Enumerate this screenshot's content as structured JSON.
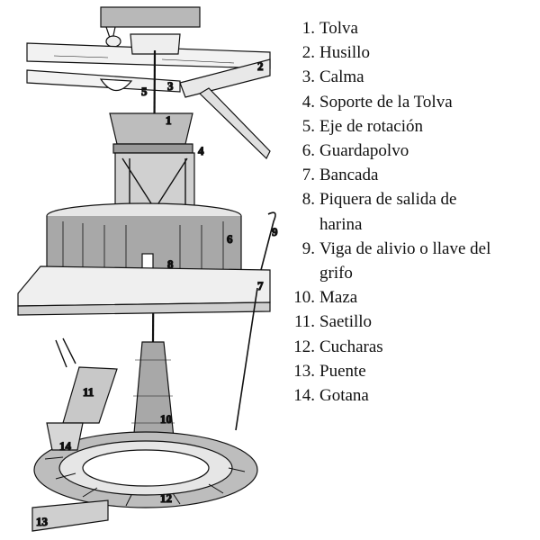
{
  "diagram": {
    "callouts": [
      "1",
      "2",
      "3",
      "4",
      "5",
      "6",
      "7",
      "8",
      "9",
      "10",
      "11",
      "12",
      "13",
      "14"
    ]
  },
  "legend": [
    {
      "num": "1.",
      "text": "Tolva"
    },
    {
      "num": "2.",
      "text": "Husillo"
    },
    {
      "num": "3.",
      "text": "Calma"
    },
    {
      "num": "4.",
      "text": "Soporte de la Tolva"
    },
    {
      "num": "5.",
      "text": "Eje de rotación"
    },
    {
      "num": "6.",
      "text": "Guardapolvo"
    },
    {
      "num": "7.",
      "text": "Bancada"
    },
    {
      "num": "8.",
      "text": "Piquera de salida de harina"
    },
    {
      "num": "9.",
      "text": "Viga de alivio o llave del grifo"
    },
    {
      "num": "10.",
      "text": "Maza"
    },
    {
      "num": "11.",
      "text": "Saetillo"
    },
    {
      "num": "12.",
      "text": "Cucharas"
    },
    {
      "num": "13.",
      "text": "Puente"
    },
    {
      "num": "14.",
      "text": "Gotana"
    }
  ],
  "colors": {
    "ink": "#111111",
    "wood": "#d8d8d8",
    "shade": "#9a9a9a",
    "dark": "#555555"
  }
}
